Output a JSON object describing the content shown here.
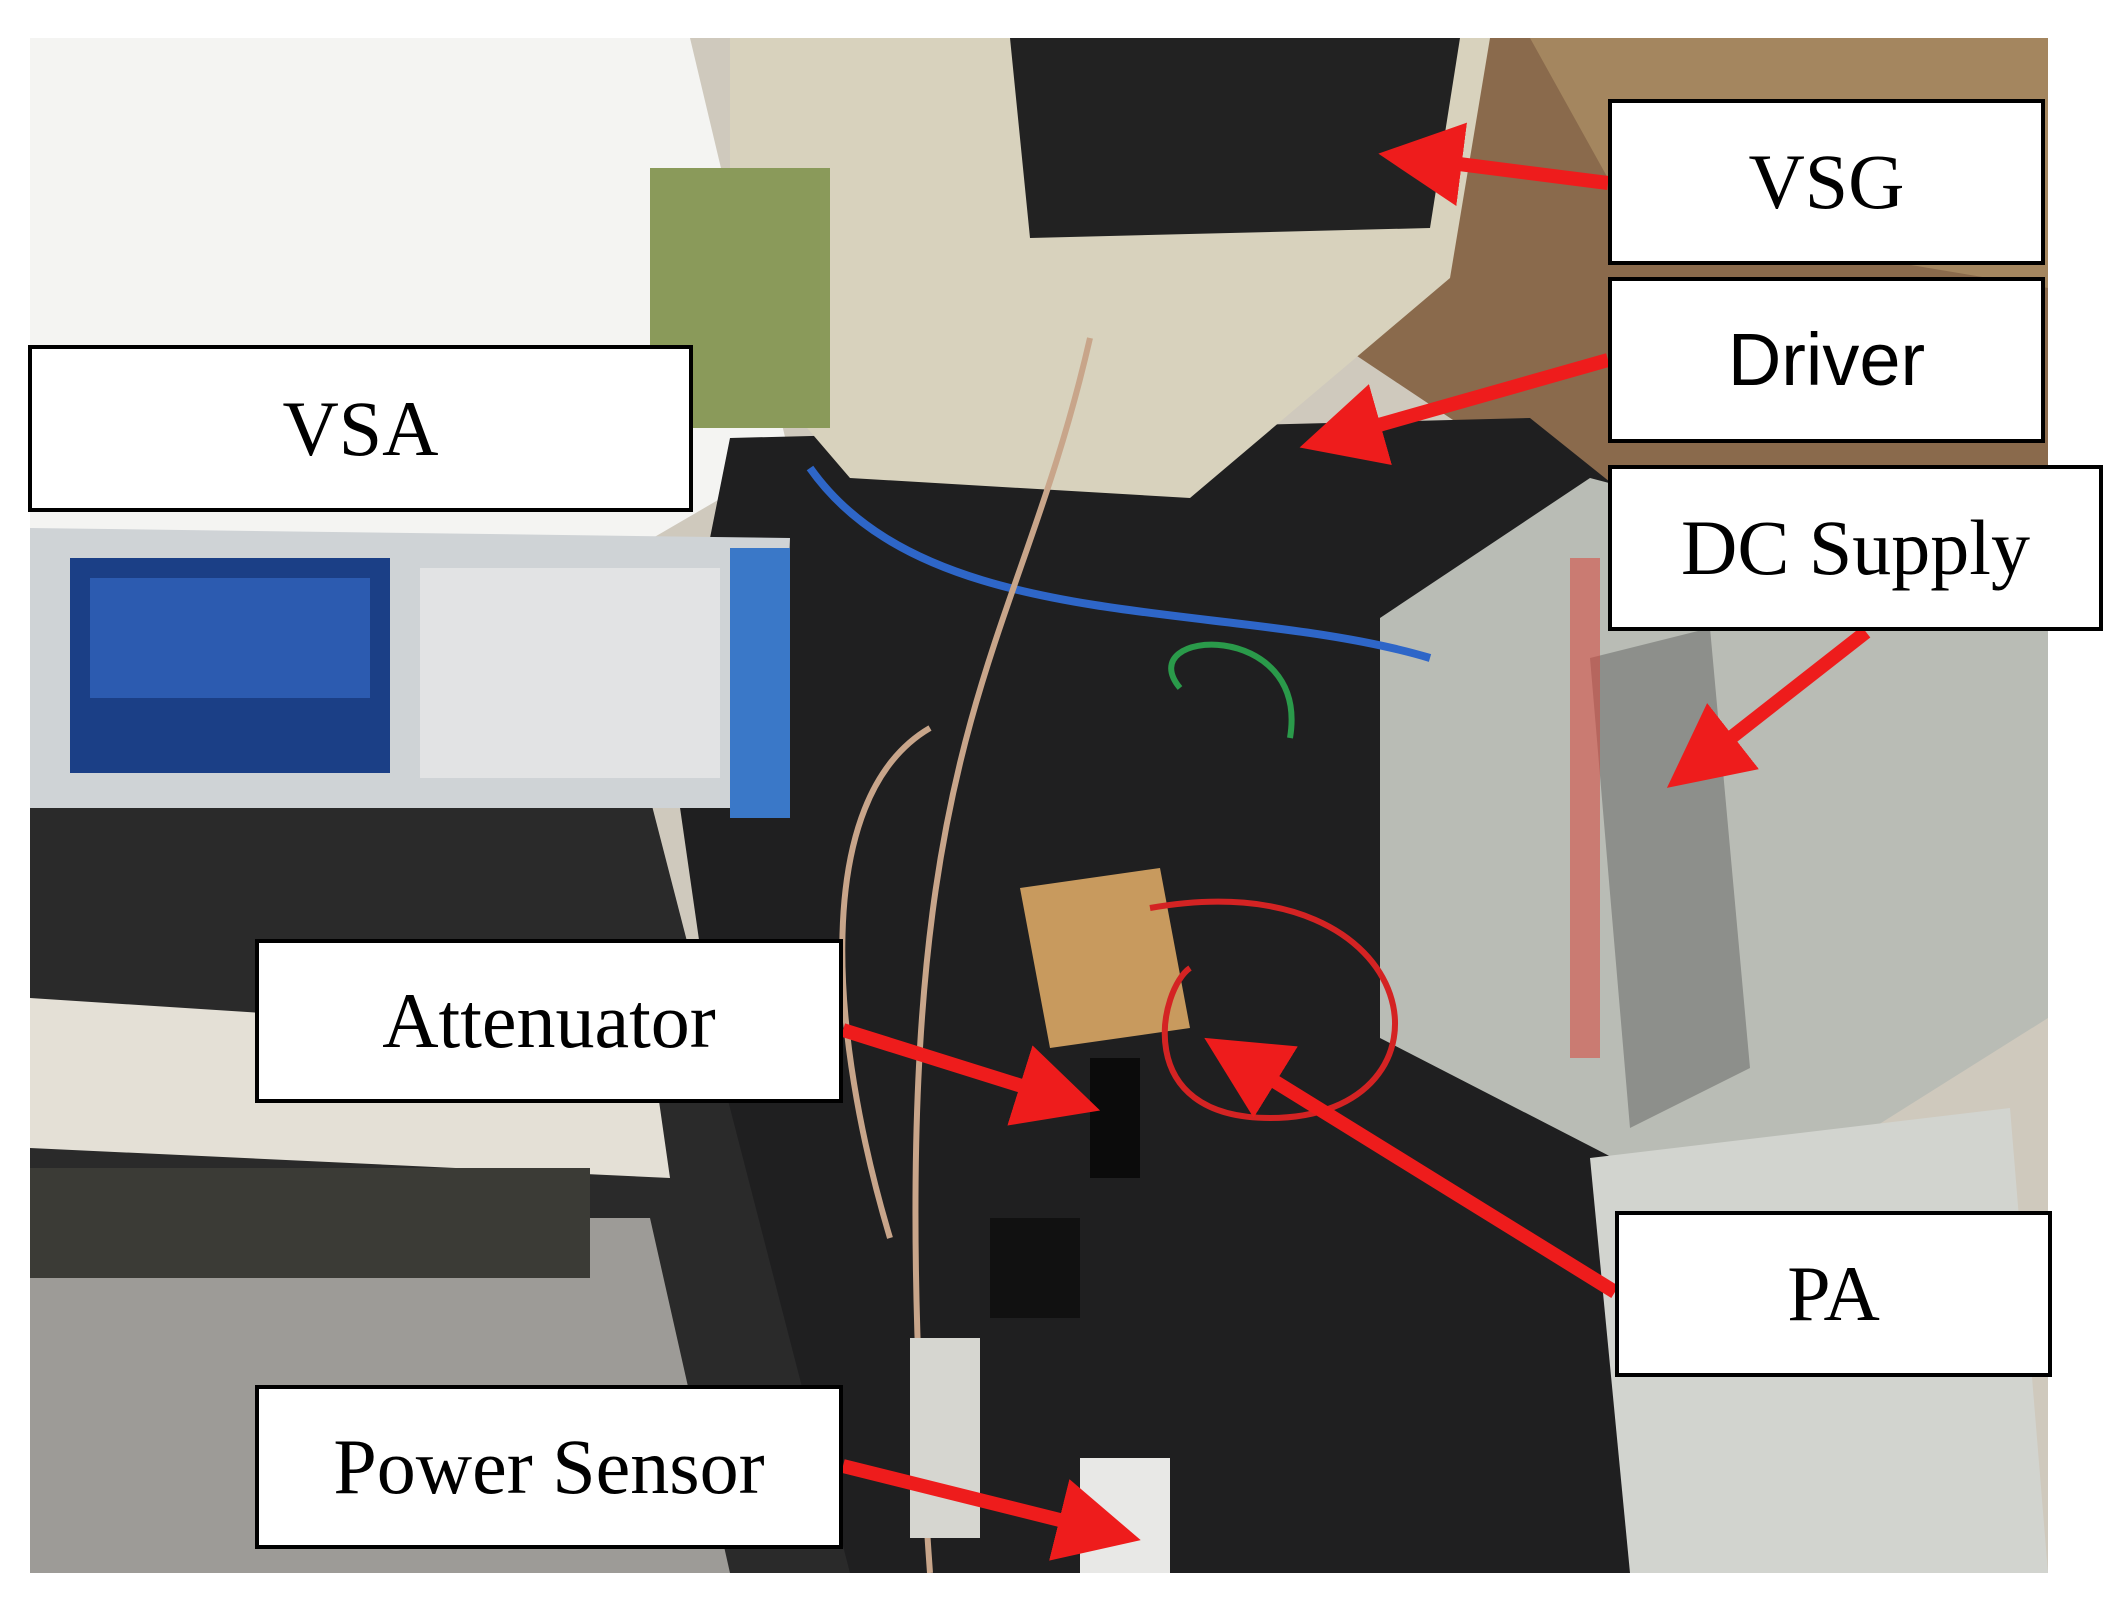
{
  "labels": {
    "vsg": "VSG",
    "driver": "Driver",
    "dc_supply": "DC Supply",
    "vsa": "VSA",
    "attenuator": "Attenuator",
    "pa": "PA",
    "power_sensor": "Power Sensor"
  },
  "colors": {
    "arrow": "#ee1c1c",
    "label_border": "#000000",
    "label_fill": "#ffffff",
    "mat": "#1f1f20",
    "wall": "#8a6a4c"
  }
}
